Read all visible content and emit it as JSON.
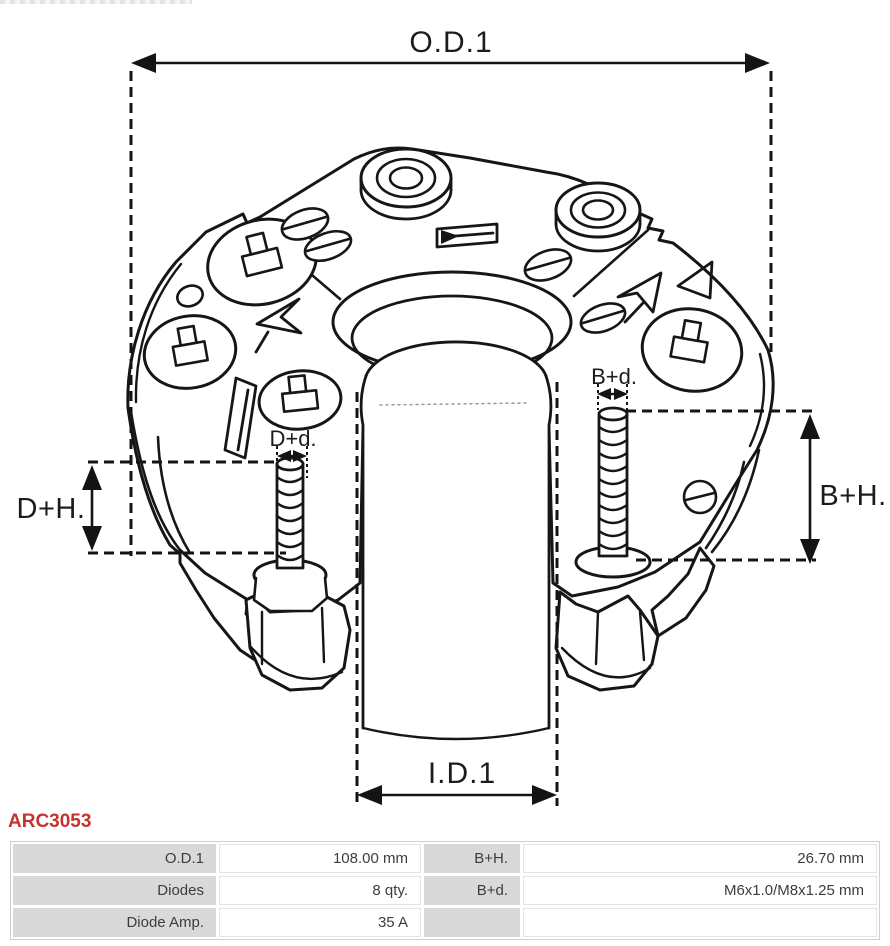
{
  "part": {
    "code": "ARC3053",
    "code_color": "#c6332e"
  },
  "diagram": {
    "stroke_color": "#161616",
    "labels": {
      "od1": "O.D.1",
      "id1": "I.D.1",
      "dh": "D+H.",
      "bh": "B+H.",
      "dd": "D+d.",
      "bd": "B+d."
    }
  },
  "table": {
    "label_bg": "#d9d9d9",
    "value_bg": "#ffffff",
    "text_color": "#3d3d3d",
    "rows": [
      {
        "c1": "O.D.1",
        "c2": "108.00 mm",
        "c3": "B+H.",
        "c4": "26.70 mm"
      },
      {
        "c1": "Diodes",
        "c2": "8 qty.",
        "c3": "B+d.",
        "c4": "M6x1.0/M8x1.25 mm"
      },
      {
        "c1": "Diode Amp.",
        "c2": "35 A",
        "c3": "",
        "c4": ""
      }
    ]
  }
}
